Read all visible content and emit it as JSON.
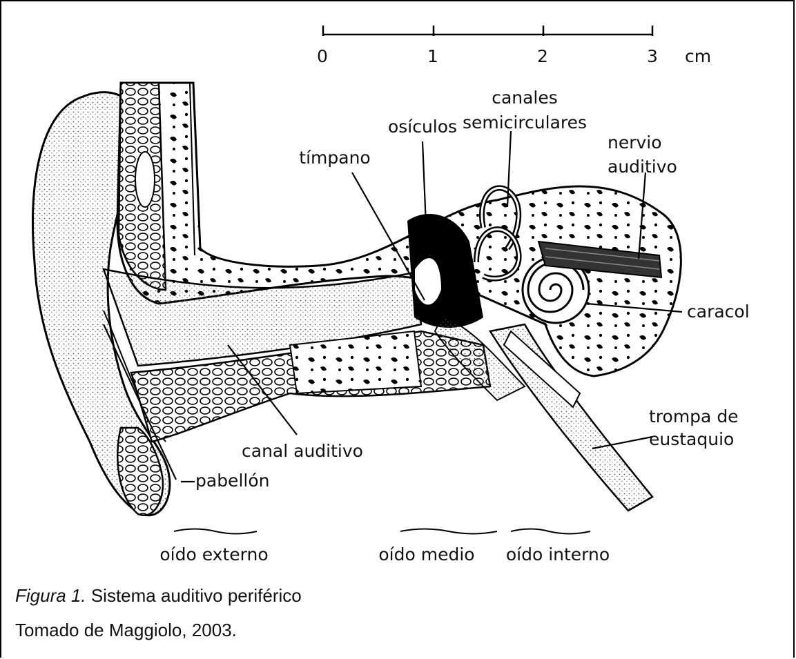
{
  "scale": {
    "ticks": [
      "0",
      "1",
      "2",
      "3"
    ],
    "unit": "cm"
  },
  "labels": {
    "canales": "canales",
    "semicirculares": "semicirculares",
    "osiculos": "osículos",
    "nervio": "nervio",
    "auditivo": "auditivo",
    "timpano": "tímpano",
    "caracol": "caracol",
    "trompa": "trompa de",
    "eustaquio": "eustaquio",
    "canal_auditivo": "canal auditivo",
    "pabellon": "pabellón",
    "oido_externo": "oído externo",
    "oido_medio": "oído medio",
    "oido_interno": "oído interno"
  },
  "caption": {
    "figure_label": "Figura 1.",
    "title": " Sistema auditivo periférico",
    "source": "Tomado de Maggiolo, 2003."
  },
  "colors": {
    "ink": "#000000",
    "bone_fill": "#f4f4f4",
    "skin_stipple": "#b9b9b9"
  }
}
